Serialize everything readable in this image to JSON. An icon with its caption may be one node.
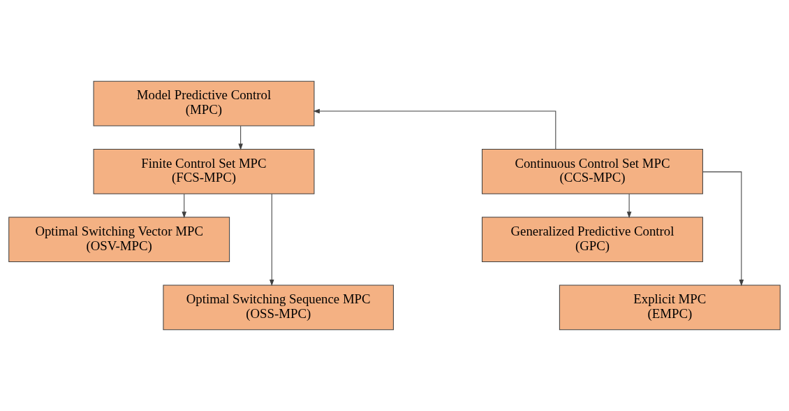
{
  "diagram": {
    "nodes": [
      {
        "text": [
          "Model Predictive Control (MPC)"
        ]
      },
      {
        "text": [
          "Finite Control Set MPC (FCS-MPC)"
        ]
      },
      {
        "text": [
          "Continuous Control Set MPC (CCS-MPC)"
        ]
      },
      {
        "text": [
          "Optimal Switching Vector MPC (OSV-MPC)"
        ]
      },
      {
        "text": [
          "Generalized Predictive Control (GPC)"
        ]
      },
      {
        "text": [
          "Optimal Switching Sequence MPC (OSS-MPC)"
        ]
      },
      {
        "text": [
          "Explicit MPC (EMPC)"
        ]
      }
    ],
    "edges": [
      {
        "from": 0,
        "to": 1,
        "arrow": "to"
      },
      {
        "from": 2,
        "to": 0,
        "arrow": "to"
      },
      {
        "from": 1,
        "to": 3,
        "arrow": "to"
      },
      {
        "from": 1,
        "to": 5,
        "arrow": "to"
      },
      {
        "from": 2,
        "to": 4,
        "arrow": "to"
      },
      {
        "from": 2,
        "to": 6,
        "arrow": "to"
      }
    ]
  }
}
